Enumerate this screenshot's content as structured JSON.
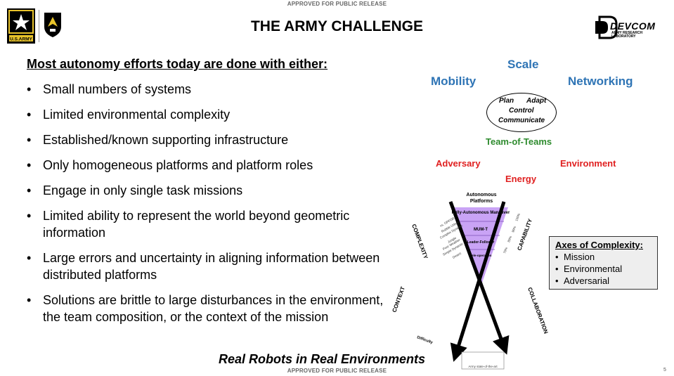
{
  "release_marking": "APPROVED FOR PUBLIC RELEASE",
  "header": {
    "title": "THE ARMY CHALLENGE",
    "army_logo_text": "U.S.ARMY",
    "devcom_name": "DEVCOM",
    "devcom_sub": "ARMY RESEARCH LABORATORY"
  },
  "content": {
    "intro": "Most autonomy efforts today are done with either:",
    "bullets": [
      "Small numbers of systems",
      "Limited environmental complexity",
      "Established/known supporting infrastructure",
      "Only homogeneous platforms and platform roles",
      "Engage in only single task missions",
      "Limited ability to represent the world beyond geometric information",
      "Large errors and uncertainty in aligning information between distributed platforms",
      "Solutions are brittle to large disturbances in the environment, the team composition, or the context of the mission"
    ]
  },
  "diagram": {
    "scale": "Scale",
    "mobility": "Mobility",
    "networking": "Networking",
    "ellipse": {
      "plan": "Plan",
      "adapt": "Adapt",
      "control": "Control",
      "communicate": "Communicate"
    },
    "team_of_teams": "Team-of-Teams",
    "adversary": "Adversary",
    "environment": "Environment",
    "energy": "Energy",
    "autonomous_platforms": [
      "Autonomous",
      "Platforms"
    ],
    "levels": [
      "Fully-Autonomous Maneuver",
      "MUM-T",
      "Leader-Follower",
      "Tele-operation"
    ],
    "complexity_label": "COMPLEXITY",
    "capability_label": "CAPABILITY",
    "context_label": "CONTEXT",
    "collaboration_label": "COLLABORATION",
    "difficulty_label": "Difficulty",
    "baseline_label": "Army state-of-the-art",
    "complexity_items": [
      "vs. OPFOR",
      "Rubble Urban",
      "Complex Dynamic",
      "Jungle",
      "Poor Weather",
      "Simple Dynamic",
      "Desert"
    ],
    "capability_items": [
      "100%",
      "90%",
      "80%",
      "70%"
    ]
  },
  "axes_box": {
    "title": "Axes of Complexity:",
    "items": [
      "Mission",
      "Environmental",
      "Adversarial"
    ]
  },
  "footer": {
    "tagline": "Real Robots in Real Environments",
    "page_number": "5"
  },
  "colors": {
    "blue": "#2e74b5",
    "red": "#e02020",
    "green": "#2e8b2e",
    "funnel_purple": "#c9a3f5"
  }
}
